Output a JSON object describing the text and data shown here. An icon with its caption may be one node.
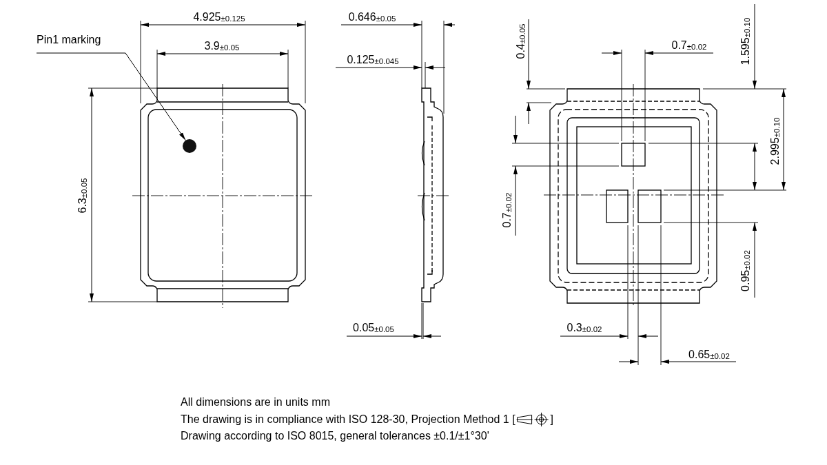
{
  "diagram": {
    "nodes": [
      {
        "text": [
          "Pin1 marking"
        ]
      },
      {
        "text": [],
        "shape": "circle"
      }
    ],
    "edges": [
      {
        "from": 0,
        "to": 1,
        "arrow": "to"
      }
    ],
    "labels": [
      "4.925$_{±0.125}$",
      "0.646$_{±0.05}$",
      "1.595$_{±0.10}$",
      "0.4$_{±0.05}$",
      "0.7$_{±0.02}$",
      "3.9$_{±0.05}$",
      "0.125$_{±0.045}$",
      "2.995$_{±0.10}$",
      "6.3$_{±0.05}$",
      "0.7$_{±0.02}$",
      "0.95$_{±0.02}$",
      "0.05$_{±0.05}$",
      "0.3$_{±0.02}$",
      "0.65$_{±0.02}$",
      "All dimensions are in units mm",
      "The drawing is in compliance with ISO 128-30, Projection Method 1 [",
      "]",
      "Drawing according to ISO 8015, general tolerances ±0.1/±1°30'"
    ]
  }
}
